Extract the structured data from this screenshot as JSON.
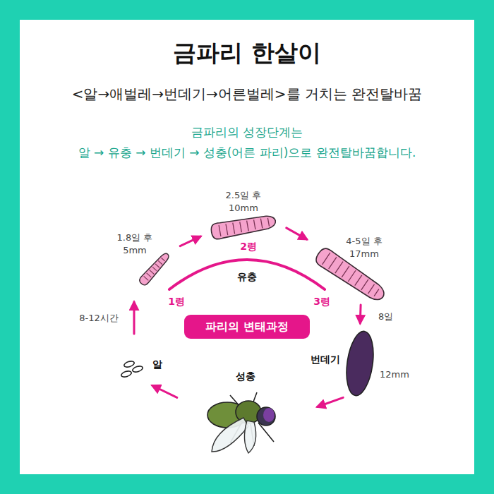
{
  "diagram": {
    "title": "금파리 한살이",
    "nodes": [
      {
        "text": [
          "알"
        ]
      },
      {
        "text": [
          "1.8일 후",
          "5mm"
        ]
      },
      {
        "text": [
          "2.5일 후",
          "10mm"
        ]
      },
      {
        "text": [
          "4-5일 후",
          "17mm"
        ]
      },
      {
        "text": [
          "번데기",
          "12mm"
        ]
      },
      {
        "text": [
          "성충"
        ]
      },
      {
        "text": [
          "파리의 변태과정"
        ]
      }
    ],
    "edges": [
      {
        "from": 0,
        "to": 1,
        "arrow": "to",
        "label": "8-12시간"
      },
      {
        "from": 1,
        "to": 2,
        "arrow": "to"
      },
      {
        "from": 2,
        "to": 3,
        "arrow": "to"
      },
      {
        "from": 3,
        "to": 4,
        "arrow": "to",
        "label": "8일"
      },
      {
        "from": 4,
        "to": 5,
        "arrow": "to"
      },
      {
        "from": 5,
        "to": 0,
        "arrow": "to"
      }
    ],
    "labels": [
      "<알→애벌레→번데기→어른벌레>를 거치는 완전탈바꿈",
      "금파리의 성장단계는",
      "알 → 유충 → 번데기 → 성충(어른 파리)으로 완전탈바꿈합니다.",
      "2령",
      "유충",
      "1령",
      "3령"
    ]
  }
}
